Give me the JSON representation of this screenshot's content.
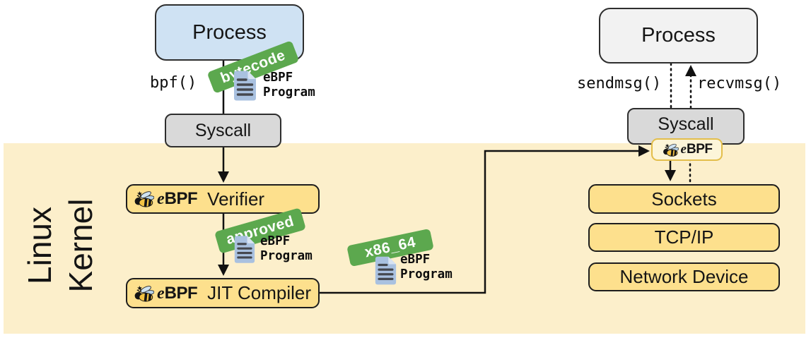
{
  "kernel": {
    "label_line1": "Linux",
    "label_line2": "Kernel"
  },
  "left_flow": {
    "process_label": "Process",
    "bpf_call_label": "bpf()",
    "bytecode_tag": "bytecode",
    "syscall_label": "Syscall",
    "verifier_label": "Verifier",
    "approved_tag": "approved",
    "jit_compiler_label": "JIT Compiler",
    "arch_tag": "x86_64"
  },
  "right_flow": {
    "process_label": "Process",
    "sendmsg_label": "sendmsg()",
    "recvmsg_label": "recvmsg()",
    "syscall_label": "Syscall",
    "sockets_label": "Sockets",
    "tcp_ip_label": "TCP/IP",
    "network_device_label": "Network Device"
  },
  "ebpf_logo": {
    "e": "e",
    "bpf": "BPF"
  },
  "program_doc": {
    "line1": "eBPF",
    "line2": "Program"
  },
  "icons": {
    "bee": "ebpf-bee-icon",
    "document": "ebpf-program-document-icon"
  },
  "colors": {
    "kernel_bg": "#FCEFCB",
    "box_yellow": "#FDE08D",
    "box_blue": "#CFE2F3",
    "box_gray": "#D9D9D9",
    "box_light_gray": "#F2F2F2",
    "tag_green": "#5CA84E",
    "doc_icon_blue": "#A9C1E0",
    "badge_bg": "#FCF5D9",
    "badge_border": "#E3BE4B",
    "line_black": "#111111"
  }
}
